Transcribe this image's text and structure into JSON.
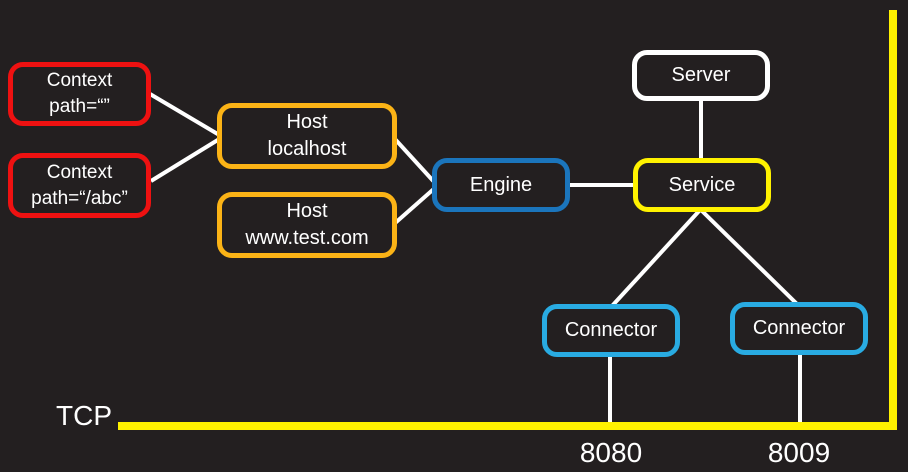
{
  "diagram": {
    "nodes": {
      "context1": {
        "line1": "Context",
        "line2": "path=“”"
      },
      "context2": {
        "line1": "Context",
        "line2": "path=“/abc”"
      },
      "host_localhost": {
        "line1": "Host",
        "line2": "localhost"
      },
      "host_test": {
        "line1": "Host",
        "line2": "www.test.com"
      },
      "engine": {
        "label": "Engine"
      },
      "server": {
        "label": "Server"
      },
      "service": {
        "label": "Service"
      },
      "connector_left": {
        "label": "Connector"
      },
      "connector_right": {
        "label": "Connector"
      }
    },
    "tcp": {
      "label": "TCP",
      "port_left": "8080",
      "port_right": "8009"
    },
    "colors": {
      "background": "#231f20",
      "context_border": "#ee1111",
      "host_border": "#fbb316",
      "engine_border": "#1b75bc",
      "server_border": "#ffffff",
      "service_border": "#fff200",
      "connector_border": "#29abe2",
      "tcp_line": "#fff200",
      "connector_line": "#ffffff",
      "text": "#ffffff"
    }
  }
}
